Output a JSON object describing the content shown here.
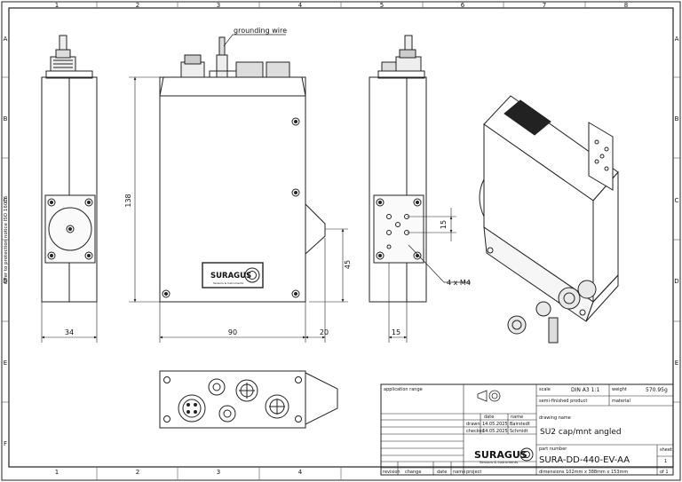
{
  "border": {
    "columns": [
      "1",
      "2",
      "3",
      "4",
      "5",
      "6",
      "7",
      "8"
    ],
    "rows": [
      "A",
      "B",
      "C",
      "D",
      "E",
      "F"
    ]
  },
  "side_note": "refer to protection notice ISO 16016",
  "callouts": {
    "grounding_wire": "grounding wire",
    "thread": "4 x M4"
  },
  "dimensions": {
    "height": "138",
    "side_width": "34",
    "front_width": "90",
    "cone": "20",
    "hole_height": "45",
    "hole_spacing_v": "15",
    "hole_offset": "15"
  },
  "logo": {
    "brand": "SURAGUS",
    "tagline": "Sensors & Instruments"
  },
  "title_block": {
    "application_range_label": "application range",
    "scale_label": "scale",
    "scale_value": "DIN A3   1:1",
    "weight_label": "weight",
    "weight_value": "570.95g",
    "semi_finished_label": "semi-finished product",
    "material_label": "material",
    "date_header": "date",
    "name_header": "name",
    "drawn_label": "drawn",
    "drawn_date": "14.05.2025",
    "drawn_name": "Bairstedt",
    "checked_label": "checked",
    "checked_date": "14.05.2025",
    "checked_name": "Schmidt",
    "drawing_name_label": "drawing name",
    "drawing_name": "SU2 cap/mnt angled",
    "part_number_label": "part number",
    "part_number": "SURA-DD-440-EV-AA",
    "sheet_label": "sheet",
    "sheet_value": "1",
    "of_value": "of 1",
    "dimensions_text": "dimensions  102mm x 388mm x 153mm",
    "rev_labels": [
      "revision",
      "change",
      "date",
      "name",
      "project"
    ]
  }
}
